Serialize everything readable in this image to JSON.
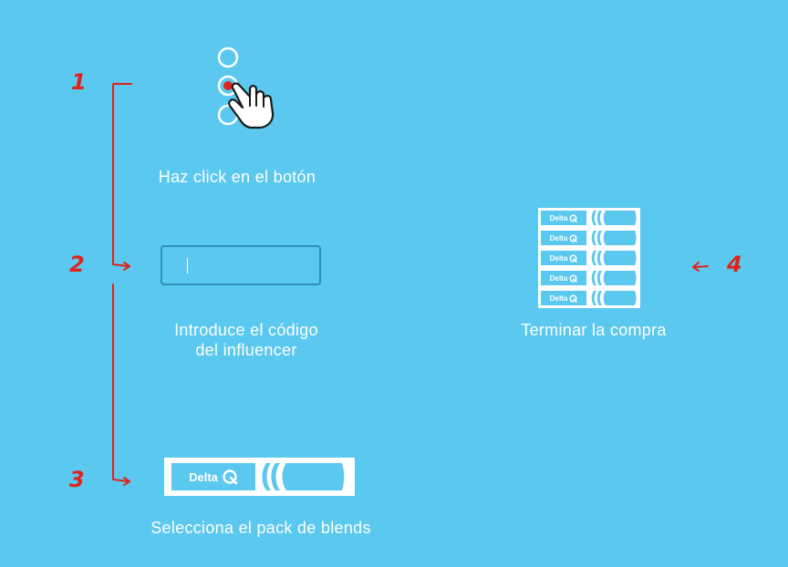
{
  "steps": [
    {
      "number": "1",
      "caption": "Haz click en el botón"
    },
    {
      "number": "2",
      "caption_line1": "Introduce el código",
      "caption_line2": "del influencer"
    },
    {
      "number": "3",
      "caption": "Selecciona el pack de blends"
    },
    {
      "number": "4",
      "caption": "Terminar la compra"
    }
  ],
  "brand": {
    "name": "Delta",
    "logo_icon": "q-logo-icon"
  },
  "icons": {
    "radio": "radio-button-icon",
    "pointer": "hand-pointer-icon"
  },
  "colors": {
    "background": "#5bc8ef",
    "accent": "#e0231b",
    "input_border": "#2f8fb4",
    "white": "#ffffff"
  },
  "stack_count": 5
}
